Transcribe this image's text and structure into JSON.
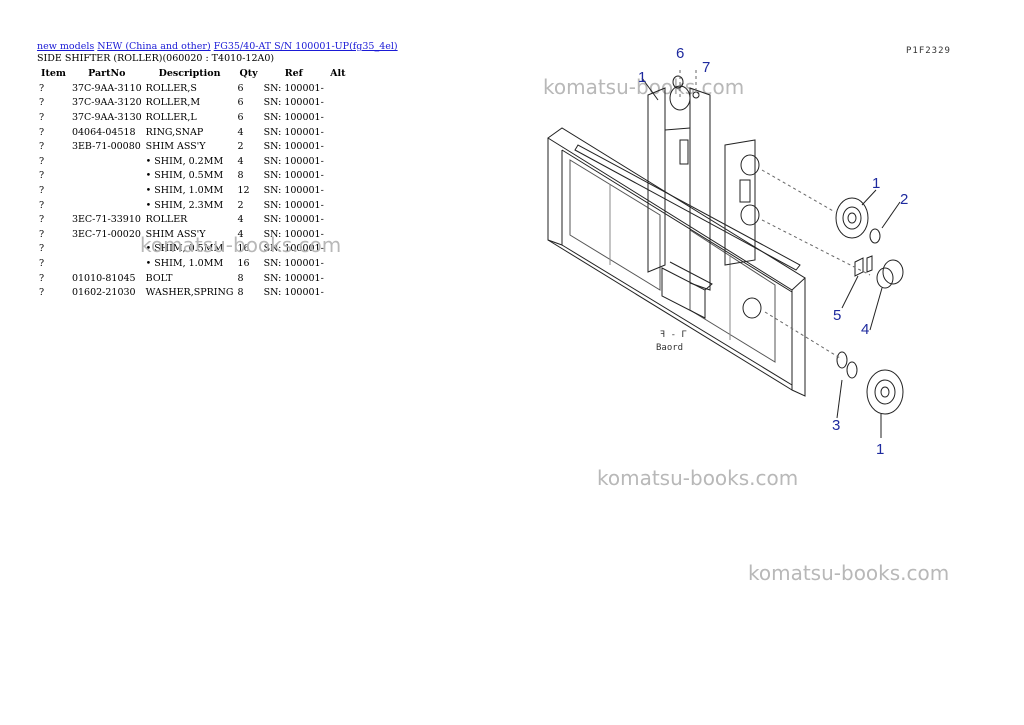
{
  "breadcrumb": {
    "link1": "new models",
    "link2": "NEW (China and other)",
    "link3": "FG35/40-AT S/N 100001-UP(fg35_4el)"
  },
  "page_title": "SIDE SHIFTER (ROLLER)(060020 : T4010-12A0)",
  "table": {
    "headers": [
      "Item",
      "PartNo",
      "Description",
      "Qty",
      "Ref",
      "Alt"
    ],
    "rows": [
      {
        "item": "?",
        "part": "37C-9AA-3110",
        "desc": "ROLLER,S",
        "qty": "6",
        "ref": "SN: 100001-",
        "alt": ""
      },
      {
        "item": "?",
        "part": "37C-9AA-3120",
        "desc": "ROLLER,M",
        "qty": "6",
        "ref": "SN: 100001-",
        "alt": ""
      },
      {
        "item": "?",
        "part": "37C-9AA-3130",
        "desc": "ROLLER,L",
        "qty": "6",
        "ref": "SN: 100001-",
        "alt": ""
      },
      {
        "item": "?",
        "part": "04064-04518",
        "desc": "RING,SNAP",
        "qty": "4",
        "ref": "SN: 100001-",
        "alt": ""
      },
      {
        "item": "?",
        "part": "3EB-71-00080",
        "desc": "SHIM ASS'Y",
        "qty": "2",
        "ref": "SN: 100001-",
        "alt": ""
      },
      {
        "item": "?",
        "part": "",
        "desc": "• SHIM, 0.2MM",
        "qty": "4",
        "ref": "SN: 100001-",
        "alt": ""
      },
      {
        "item": "?",
        "part": "",
        "desc": "• SHIM, 0.5MM",
        "qty": "8",
        "ref": "SN: 100001-",
        "alt": ""
      },
      {
        "item": "?",
        "part": "",
        "desc": "• SHIM, 1.0MM",
        "qty": "12",
        "ref": "SN: 100001-",
        "alt": ""
      },
      {
        "item": "?",
        "part": "",
        "desc": "• SHIM, 2.3MM",
        "qty": "2",
        "ref": "SN: 100001-",
        "alt": ""
      },
      {
        "item": "?",
        "part": "3EC-71-33910",
        "desc": "ROLLER",
        "qty": "4",
        "ref": "SN: 100001-",
        "alt": ""
      },
      {
        "item": "?",
        "part": "3EC-71-00020",
        "desc": "SHIM ASS'Y",
        "qty": "4",
        "ref": "SN: 100001-",
        "alt": ""
      },
      {
        "item": "?",
        "part": "",
        "desc": "• SHIM, 0.5MM",
        "qty": "16",
        "ref": "SN: 100001-",
        "alt": ""
      },
      {
        "item": "?",
        "part": "",
        "desc": "• SHIM, 1.0MM",
        "qty": "16",
        "ref": "SN: 100001-",
        "alt": ""
      },
      {
        "item": "?",
        "part": "01010-81045",
        "desc": "BOLT",
        "qty": "8",
        "ref": "SN: 100001-",
        "alt": ""
      },
      {
        "item": "?",
        "part": "01602-21030",
        "desc": "WASHER,SPRING",
        "qty": "8",
        "ref": "SN: 100001-",
        "alt": ""
      }
    ]
  },
  "watermark_text": "komatsu-books.com",
  "diagram": {
    "code": "P1F2329",
    "note_line1": "ꟻ - Γ",
    "note_line2": "Baord",
    "callouts": [
      "6",
      "1",
      "7",
      "1",
      "2",
      "5",
      "4",
      "3",
      "1"
    ]
  },
  "colors": {
    "link": "#1a1ad6",
    "callout": "#1e2a9e",
    "watermark": "#b8b8b8"
  }
}
